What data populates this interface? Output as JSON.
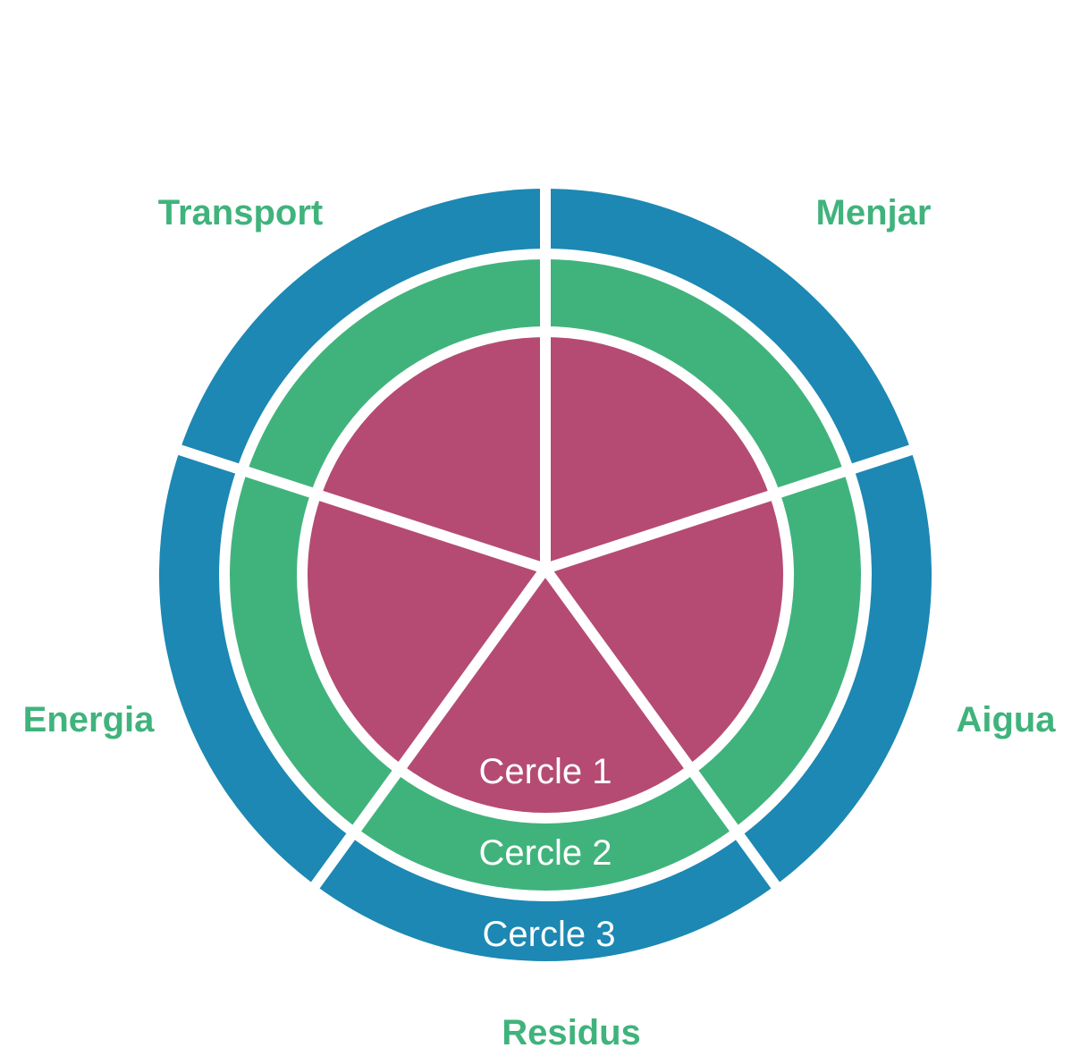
{
  "colors": {
    "ring_inner": "#b54b72",
    "ring_middle": "#40b37c",
    "ring_outer": "#1c88b3",
    "separator": "#ffffff",
    "sector_label": "#40b37c",
    "ring_label": "#ffffff"
  },
  "sectors": [
    {
      "label": "Menjar"
    },
    {
      "label": "Aigua"
    },
    {
      "label": "Residus"
    },
    {
      "label": "Energia"
    },
    {
      "label": "Transport"
    }
  ],
  "rings": [
    {
      "label": "Cercle 1"
    },
    {
      "label": "Cercle 2"
    },
    {
      "label": "Cercle 3"
    }
  ]
}
